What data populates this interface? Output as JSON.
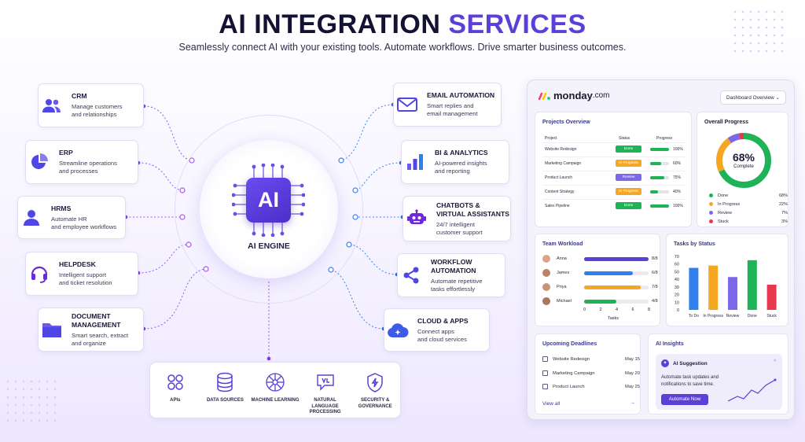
{
  "header": {
    "title_main": "AI INTEGRATION",
    "title_accent": "SERVICES",
    "subtitle": "Seamlessly connect AI with your existing tools. Automate workflows. Drive smarter business outcomes."
  },
  "engine": {
    "chip_label": "AI",
    "label": "AI ENGINE"
  },
  "left_cards": [
    {
      "title": "CRM",
      "desc1": "Manage customers",
      "desc2": "and relationships",
      "icon": "users-icon"
    },
    {
      "title": "ERP",
      "desc1": "Streamline operations",
      "desc2": "and processes",
      "icon": "pie-chart-icon"
    },
    {
      "title": "HRMS",
      "desc1": "Automate HR",
      "desc2": "and employee workflows",
      "icon": "person-icon"
    },
    {
      "title": "HELPDESK",
      "desc1": "Intelligent support",
      "desc2": "and ticket resolution",
      "icon": "headset-icon"
    },
    {
      "title": "DOCUMENT",
      "title2": "MANAGEMENT",
      "desc1": "Smart search, extract",
      "desc2": "and organize",
      "icon": "folder-icon"
    }
  ],
  "right_cards": [
    {
      "title": "EMAIL AUTOMATION",
      "desc1": "Smart replies and",
      "desc2": "email management",
      "icon": "envelope-icon"
    },
    {
      "title": "BI & ANALYTICS",
      "desc1": "AI-powered insights",
      "desc2": "and reporting",
      "icon": "bar-chart-icon"
    },
    {
      "title": "CHATBOTS &",
      "title2": "VIRTUAL ASSISTANTS",
      "desc1": "24/7 intelligent",
      "desc2": "customer support",
      "icon": "robot-icon"
    },
    {
      "title": "WORKFLOW",
      "title2": "AUTOMATION",
      "desc1": "Automate repetitive",
      "desc2": "tasks effortlessly",
      "icon": "share-icon"
    },
    {
      "title": "CLOUD & APPS",
      "desc1": "Connect apps",
      "desc2": "and cloud services",
      "icon": "cloud-icon"
    }
  ],
  "tools": [
    {
      "label": "APIs",
      "icon": "api-icon"
    },
    {
      "label": "DATA SOURCES",
      "icon": "database-icon"
    },
    {
      "label": "MACHINE LEARNING",
      "icon": "network-icon"
    },
    {
      "label": "NATURAL LANGUAGE PROCESSING",
      "icon": "nlp-icon"
    },
    {
      "label": "SECURITY & GOVERNANCE",
      "icon": "shield-icon"
    }
  ],
  "dashboard": {
    "logo": "monday",
    "logo_suffix": ".com",
    "view_select": "Dashboard Overview",
    "projects": {
      "title": "Projects Overview",
      "headers": {
        "project": "Project",
        "status": "Status",
        "progress": "Progress"
      },
      "rows": [
        {
          "name": "Website Redesign",
          "status": "Done",
          "color": "#1fb357",
          "progress": 100,
          "label": "100%"
        },
        {
          "name": "Marketing Campaign",
          "status": "In Progress",
          "color": "#f5a623",
          "progress": 60,
          "label": "60%"
        },
        {
          "name": "Product Launch",
          "status": "Review",
          "color": "#7b68e8",
          "progress": 75,
          "label": "75%"
        },
        {
          "name": "Content Strategy",
          "status": "In Progress",
          "color": "#f5a623",
          "progress": 40,
          "label": "40%"
        },
        {
          "name": "Sales Pipeline",
          "status": "Done",
          "color": "#1fb357",
          "progress": 100,
          "label": "100%"
        }
      ]
    },
    "overall": {
      "title": "Overall Progress",
      "value": "68%",
      "caption": "Complete",
      "legend": [
        {
          "name": "Done",
          "value": "68%",
          "num": 68,
          "color": "#1fb357"
        },
        {
          "name": "In Progress",
          "value": "22%",
          "num": 22,
          "color": "#f5a623"
        },
        {
          "name": "Review",
          "value": "7%",
          "num": 7,
          "color": "#7b68e8"
        },
        {
          "name": "Stuck",
          "value": "3%",
          "num": 3,
          "color": "#e8384f"
        }
      ]
    },
    "workload": {
      "title": "Team Workload",
      "xlabel": "Tasks",
      "ticks": [
        "0",
        "2",
        "4",
        "6",
        "8"
      ],
      "rows": [
        {
          "name": "Anna",
          "value": 8,
          "label": "8/8",
          "color": "#5b3fd8"
        },
        {
          "name": "James",
          "value": 6,
          "label": "6/8",
          "color": "#2f80ed"
        },
        {
          "name": "Priya",
          "value": 7,
          "label": "7/8",
          "color": "#f5a623"
        },
        {
          "name": "Michael",
          "value": 4,
          "label": "4/8",
          "color": "#1fb357"
        }
      ]
    },
    "deadlines": {
      "title": "Upcoming Deadlines",
      "rows": [
        {
          "name": "Website Redesign",
          "date": "May 15"
        },
        {
          "name": "Marketing Campaign",
          "date": "May 20"
        },
        {
          "name": "Product Launch",
          "date": "May 25"
        }
      ],
      "link": "View all"
    },
    "insights": {
      "title": "AI Insights",
      "suggestion_title": "AI Suggestion",
      "line1": "Automate task updates and",
      "line2": "notifications to save time.",
      "button": "Automate Now"
    }
  },
  "chart_data": {
    "type": "bar",
    "title": "Tasks by Status",
    "categories": [
      "To Do",
      "In Progress",
      "Review",
      "Done",
      "Stuck"
    ],
    "values": [
      55,
      58,
      43,
      65,
      33
    ],
    "colors": [
      "#2f80ed",
      "#f5a623",
      "#7b68e8",
      "#1fb357",
      "#e8384f"
    ],
    "ylim": [
      0,
      70
    ],
    "yticks": [
      0,
      10,
      20,
      30,
      40,
      50,
      60,
      70
    ]
  }
}
